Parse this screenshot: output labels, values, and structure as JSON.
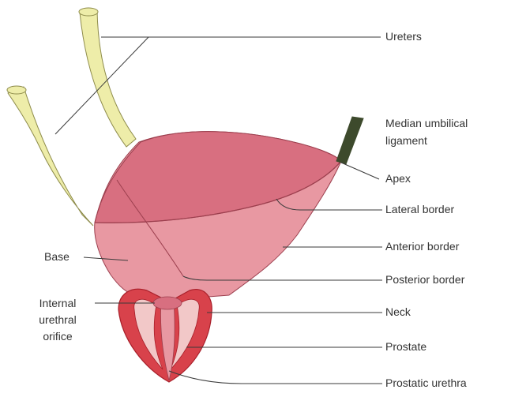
{
  "colors": {
    "ureter_fill": "#eeeda9",
    "ureter_stroke": "#8d8b4a",
    "bladder_fill": "#e898a2",
    "bladder_dark": "#d86f80",
    "bladder_stroke": "#9c3f4e",
    "prostate_fill": "#d8424b",
    "prostate_dark": "#a81f2a",
    "ligament": "#3d4a2c",
    "leader_line": "#3a3a3a",
    "label_text": "#333333"
  },
  "labels": {
    "ureters": "Ureters",
    "median_umbilical_ligament_line1": "Median umbilical",
    "median_umbilical_ligament_line2": "ligament",
    "apex": "Apex",
    "lateral_border": "Lateral border",
    "anterior_border": "Anterior border",
    "posterior_border": "Posterior border",
    "neck": "Neck",
    "prostate": "Prostate",
    "prostatic_urethra": "Prostatic urethra",
    "base": "Base",
    "internal_urethral_orifice_line1": "Internal",
    "internal_urethral_orifice_line2": "urethral",
    "internal_urethral_orifice_line3": "orifice"
  }
}
